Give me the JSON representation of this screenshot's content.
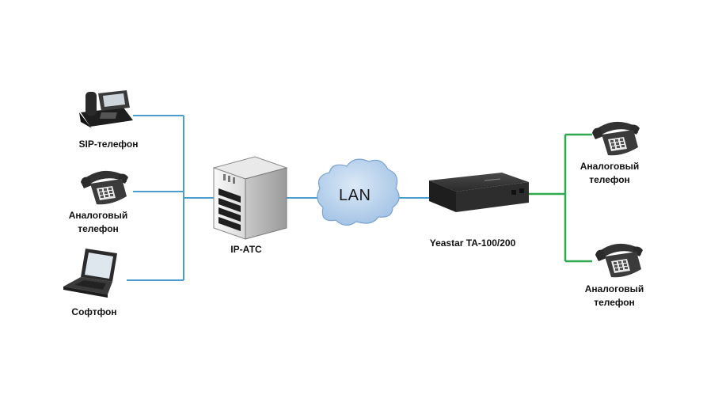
{
  "devices": {
    "sip_phone": {
      "label": "SIP-телефон"
    },
    "analog_phone_left": {
      "label_line1": "Аналоговый",
      "label_line2": "телефон"
    },
    "softphone": {
      "label": "Софтфон"
    },
    "ip_pbx": {
      "label": "IP-АТС"
    },
    "lan_cloud": {
      "label": "LAN"
    },
    "gateway": {
      "label": "Yeastar TA-100/200"
    },
    "analog_phone_right_top": {
      "label_line1": "Аналоговый",
      "label_line2": "телефон"
    },
    "analog_phone_right_bottom": {
      "label_line1": "Аналоговый",
      "label_line2": "телефон"
    }
  },
  "colors": {
    "ip_link": "#4a9fd0",
    "analog_link": "#2fa84f",
    "cloud_fill": "#a9c9ea",
    "device_dark": "#2b2b2b"
  }
}
